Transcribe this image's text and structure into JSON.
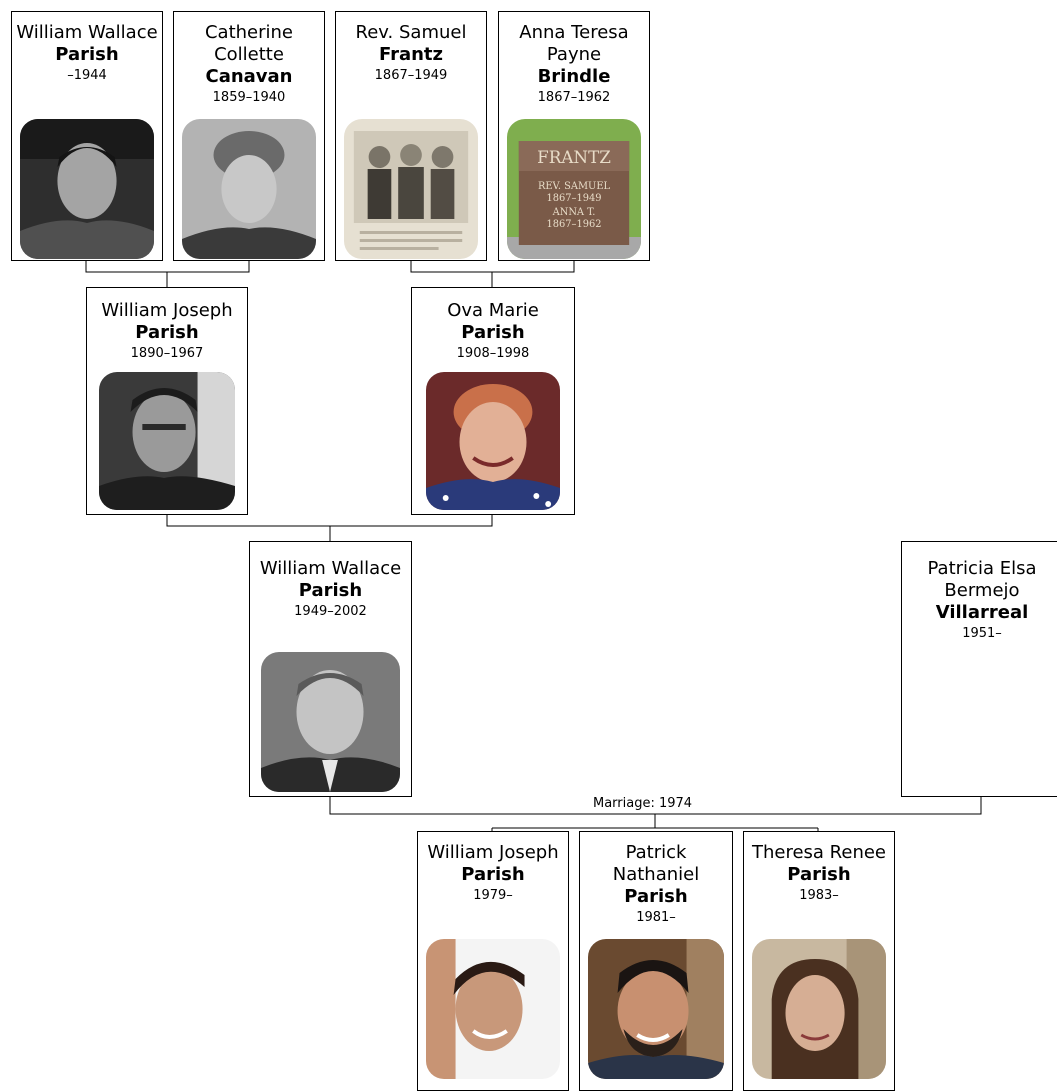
{
  "people": {
    "ggf1": {
      "given": "William Wallace",
      "surname": "Parish",
      "dates": "–1944"
    },
    "ggm1": {
      "given": "Catherine Collette",
      "surname": "Canavan",
      "dates": "1859–1940"
    },
    "ggf2": {
      "given": "Rev. Samuel",
      "surname": "Frantz",
      "dates": "1867–1949"
    },
    "ggm2": {
      "given": "Anna Teresa Payne",
      "surname": "Brindle",
      "dates": "1867–1962"
    },
    "gf": {
      "given": "William Joseph",
      "surname": "Parish",
      "dates": "1890–1967"
    },
    "gm": {
      "given": "Ova Marie",
      "surname": "Parish",
      "dates": "1908–1998"
    },
    "father": {
      "given": "William Wallace",
      "surname": "Parish",
      "dates": "1949–2002"
    },
    "mother": {
      "given": "Patricia Elsa Bermejo",
      "surname": "Villarreal",
      "dates": "1951–"
    },
    "child1": {
      "given": "William Joseph",
      "surname": "Parish",
      "dates": "1979–"
    },
    "child2": {
      "given": "Patrick Nathaniel",
      "surname": "Parish",
      "dates": "1981–"
    },
    "child3": {
      "given": "Theresa Renee",
      "surname": "Parish",
      "dates": "1983–"
    }
  },
  "marriage_label": "Marriage: 1974",
  "headstone": {
    "name": "FRANTZ",
    "line1": "REV. SAMUEL",
    "line2": "1867–1949",
    "line3": "ANNA T.",
    "line4": "1867–1962"
  }
}
